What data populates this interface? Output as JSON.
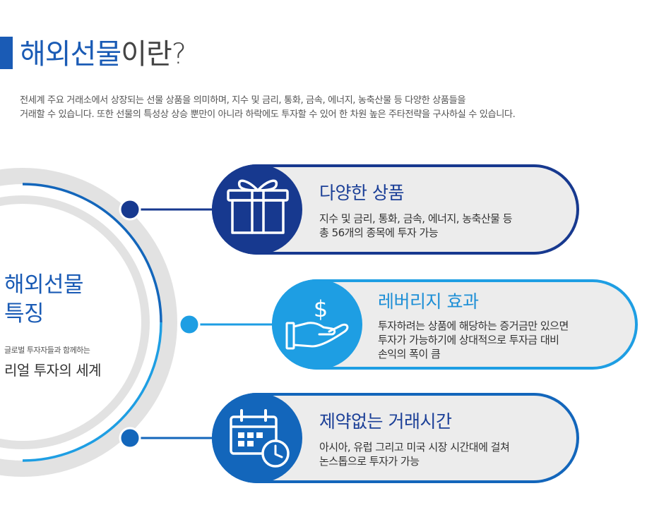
{
  "header": {
    "title_accent": "해외선물",
    "title_rest": "이란?",
    "intro_line1": "전세계 주요 거래소에서 상장되는 선물 상품을 의미하며, 지수 및 금리, 통화, 금속, 에너지, 농축산물 등 다양한 상품들을",
    "intro_line2": "거래할 수 있습니다. 또한 선물의 특성상 상승 뿐만이 아니라 하락에도 투자할 수 있어 한 차원 높은 주타전략을 구사하실 수 있습니다."
  },
  "center": {
    "title_line1": "해외선물",
    "title_line2": "특징",
    "subtitle": "글로벌 투자자들과 함께하는",
    "main_text": "리얼 투자의 세계"
  },
  "features": [
    {
      "icon": "gift-icon",
      "title": "다양한 상품",
      "desc_line1": "지수 및 금리, 통화, 금속, 에너지, 농축산물 등",
      "desc_line2": "총 56개의 종목에 투자 가능",
      "desc_line3": ""
    },
    {
      "icon": "money-hand-icon",
      "title": "레버리지 효과",
      "desc_line1": "투자하려는 상품에 해당하는 증거금만 있으면",
      "desc_line2": "투자가 가능하기에 상대적으로 투자금 대비",
      "desc_line3": "손익의 폭이 큼"
    },
    {
      "icon": "calendar-clock-icon",
      "title": "제약없는 거래시간",
      "desc_line1": "아시아, 유럽 그리고 미국 시장 시간대에 걸쳐",
      "desc_line2": "논스톱으로 투자가 가능",
      "desc_line3": ""
    }
  ],
  "colors": {
    "navy": "#17398f",
    "blue": "#1366bb",
    "sky": "#1e9ee3",
    "pill_fill": "#ececec",
    "ring_gray": "#e2e2e2"
  }
}
